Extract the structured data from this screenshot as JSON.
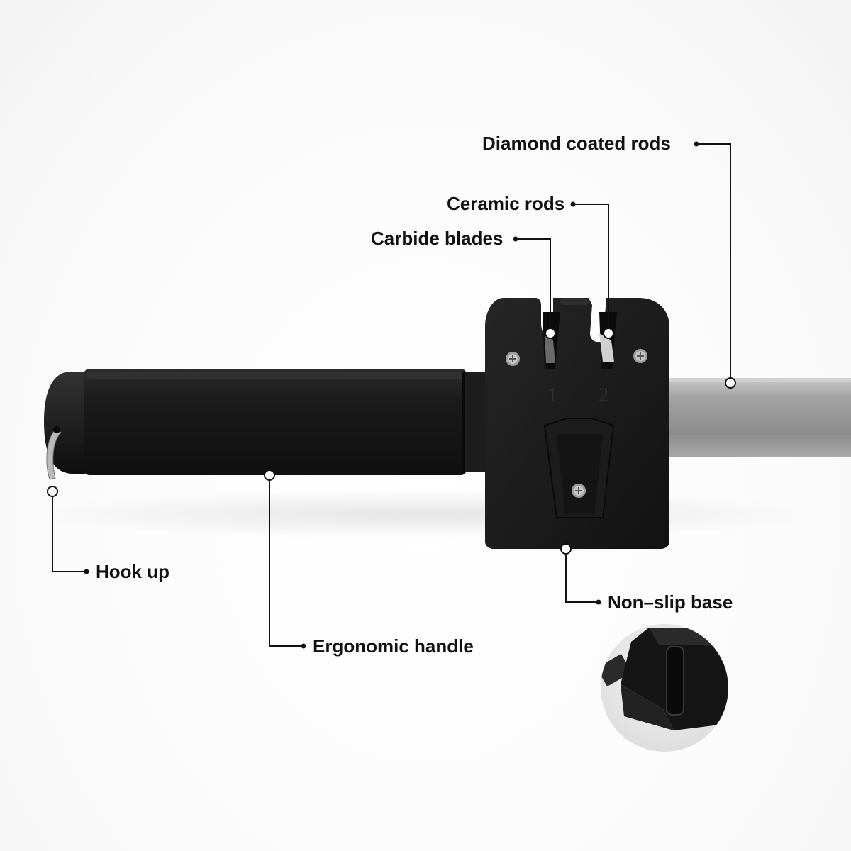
{
  "colors": {
    "ink": "#111111",
    "body_black": "#161616",
    "rod_grey": "#8f8f8f",
    "ring_silver": "#b9b9b9",
    "background": "#ffffff"
  },
  "labels": {
    "diamond_rods": "Diamond coated rods",
    "ceramic_rods": "Ceramic rods",
    "carbide_blades": "Carbide blades",
    "hook_up": "Hook up",
    "non_slip_base": "Non–slip base",
    "ergonomic_handle": "Ergonomic handle"
  },
  "slots": {
    "slot_1": "1",
    "slot_2": "2"
  }
}
